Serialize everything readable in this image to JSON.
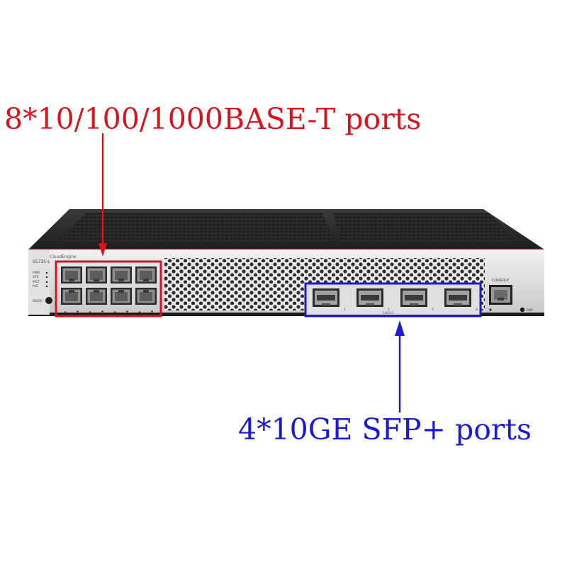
{
  "callouts": {
    "rj45": {
      "text": "8*10/100/1000BASE-T ports",
      "color": "#d8141f"
    },
    "sfp": {
      "text": "4*10GE SFP+ ports",
      "color": "#1a1ad6"
    }
  },
  "device": {
    "brand": "CloudEngine",
    "model": "S5735-L",
    "led_labels": [
      "PWR",
      "SYS",
      "MST",
      "PoE"
    ],
    "mode_label": "MODE",
    "console_label": "CONSOLE",
    "pnp_label": "PNP",
    "sfp_port_labels": [
      "1",
      "2",
      "3",
      "4"
    ],
    "sfp_speed_label": "10G/1G",
    "port_count_rj45": 8,
    "port_count_sfp": 4
  },
  "colors": {
    "highlight_red": "#d8141f",
    "highlight_blue": "#1a1ad6",
    "chassis_top": "#2b2b2d",
    "front_panel": "#d9d9d9"
  }
}
